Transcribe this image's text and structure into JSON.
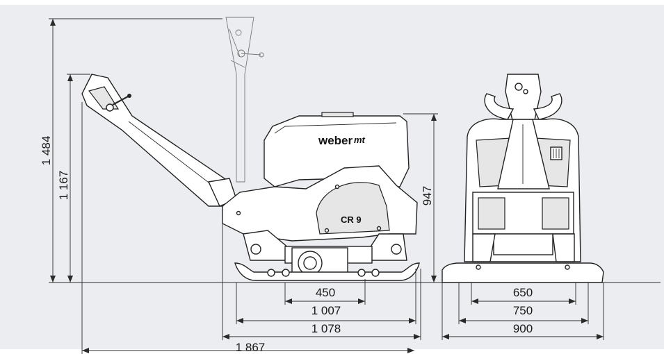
{
  "brand": {
    "logo_text": "weber",
    "logo_suffix": "mt",
    "model": "CR 9"
  },
  "dimensions": {
    "height_guide_up": "1 484",
    "height_guide_down": "1 167",
    "machine_height": "947",
    "plate_width": "450",
    "base_length": "1 007",
    "machine_length": "1 078",
    "total_length": "1 867",
    "front_width_1": "650",
    "front_width_2": "750",
    "front_width_3": "900"
  },
  "colors": {
    "background": "#ecedf0",
    "line": "#2a2a2a"
  }
}
